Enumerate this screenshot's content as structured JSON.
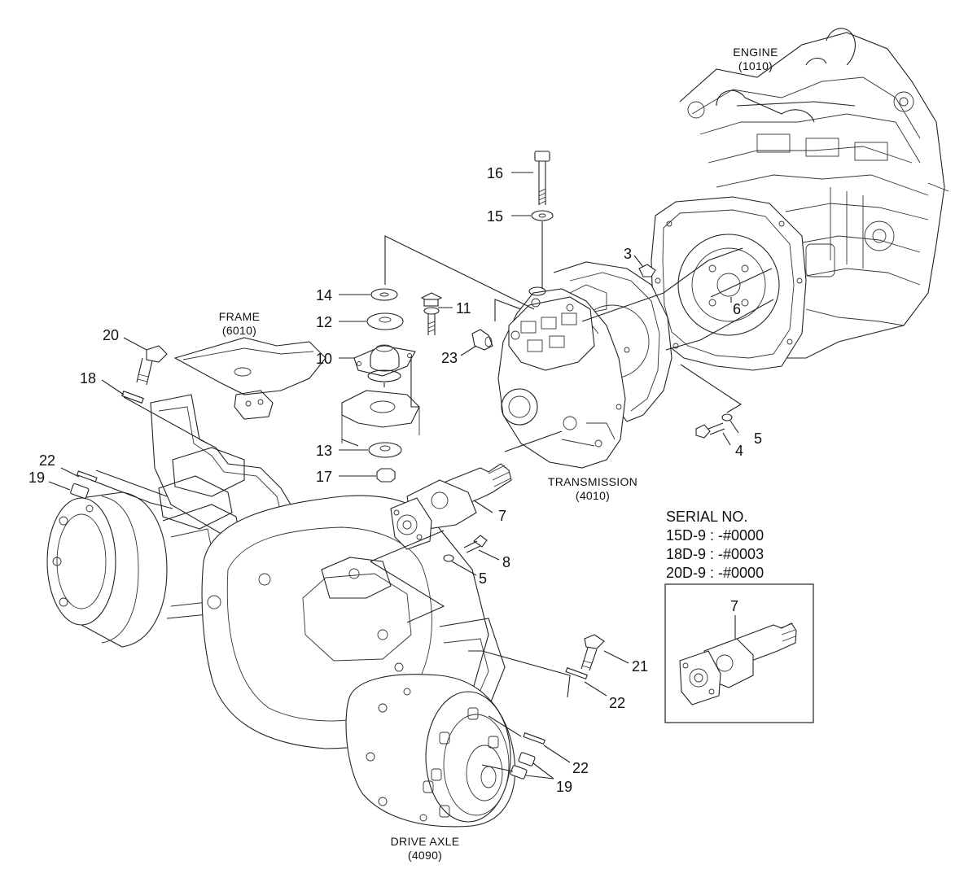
{
  "assemblies": {
    "engine": {
      "name": "ENGINE",
      "code": "(1010)"
    },
    "frame": {
      "name": "FRAME",
      "code": "(6010)"
    },
    "transmission": {
      "name": "TRANSMISSION",
      "code": "(4010)"
    },
    "drive_axle": {
      "name": "DRIVE AXLE",
      "code": "(4090)"
    }
  },
  "callouts": {
    "c16": "16",
    "c15": "15",
    "c3": "3",
    "c6": "6",
    "c14": "14",
    "c11": "11",
    "c12": "12",
    "c23": "23",
    "c10": "10",
    "c20": "20",
    "c18": "18",
    "c5a": "5",
    "c4": "4",
    "c13": "13",
    "c17": "17",
    "c22a": "22",
    "c19a": "19",
    "c7a": "7",
    "c8": "8",
    "c5b": "5",
    "c21": "21",
    "c22b": "22",
    "c22c": "22",
    "c19b": "19"
  },
  "serial": {
    "title": "SERIAL NO.",
    "lines": [
      "15D-9 : -#0000",
      "18D-9 : -#0003",
      "20D-9 : -#0000"
    ],
    "inset_callout": "7"
  }
}
